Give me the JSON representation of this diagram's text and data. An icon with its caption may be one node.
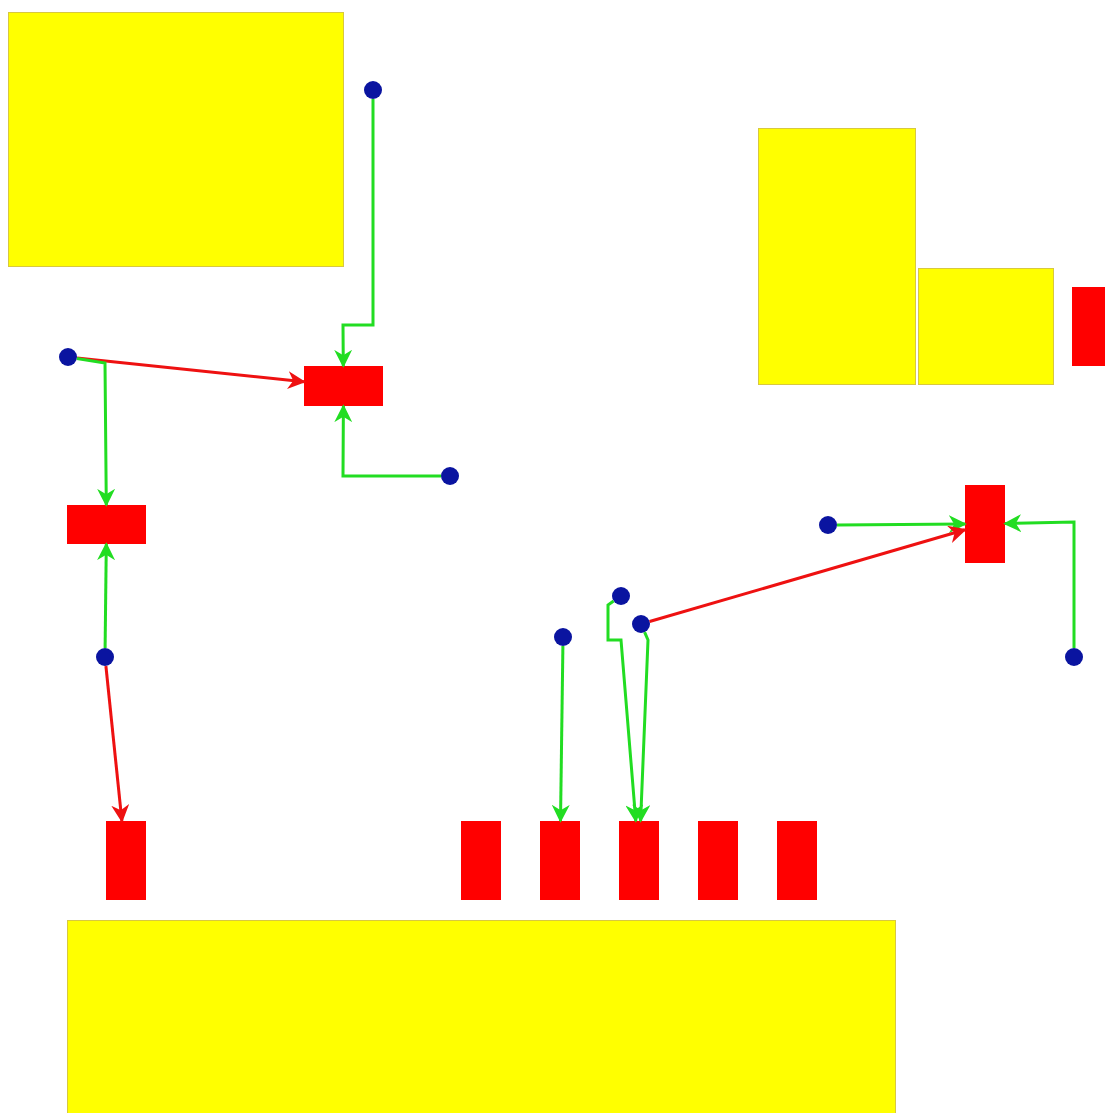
{
  "diagram": {
    "nodes": [
      {
        "text": [],
        "shape": "box"
      },
      {
        "text": [],
        "shape": "circle"
      },
      {
        "text": [],
        "shape": "box"
      },
      {
        "text": [],
        "shape": "box"
      },
      {
        "text": [],
        "shape": "bar"
      },
      {
        "text": [],
        "shape": "circle"
      },
      {
        "text": [],
        "shape": "bar"
      },
      {
        "text": [],
        "shape": "circle"
      },
      {
        "text": [],
        "shape": "bar"
      },
      {
        "text": [],
        "shape": "bar"
      },
      {
        "text": [],
        "shape": "circle"
      },
      {
        "text": [],
        "shape": "circle"
      },
      {
        "text": [],
        "shape": "circle"
      },
      {
        "text": [],
        "shape": "circle"
      },
      {
        "text": [],
        "shape": "circle"
      },
      {
        "text": [],
        "shape": "circle"
      },
      {
        "text": [],
        "shape": "bar"
      },
      {
        "text": [],
        "shape": "bar"
      },
      {
        "text": [],
        "shape": "bar"
      },
      {
        "text": [],
        "shape": "bar"
      },
      {
        "text": [],
        "shape": "bar"
      },
      {
        "text": [],
        "shape": "bar"
      },
      {
        "text": [],
        "shape": "box"
      }
    ],
    "edges": [
      {
        "from": 1,
        "to": 6,
        "arrow": "to"
      },
      {
        "from": 5,
        "to": 6,
        "arrow": "to",
        "color": "#ee1111"
      },
      {
        "from": 5,
        "to": 9,
        "arrow": "to"
      },
      {
        "from": 7,
        "to": 6,
        "arrow": "to"
      },
      {
        "from": 10,
        "to": 8,
        "arrow": "to"
      },
      {
        "from": 15,
        "to": 8,
        "arrow": "to"
      },
      {
        "from": 12,
        "to": 8,
        "arrow": "to",
        "color": "#ee1111"
      },
      {
        "from": 14,
        "to": 9,
        "arrow": "to"
      },
      {
        "from": 14,
        "to": 16,
        "arrow": "to",
        "color": "#ee1111"
      },
      {
        "from": 13,
        "to": 18,
        "arrow": "to"
      },
      {
        "from": 11,
        "to": 19,
        "arrow": "to"
      },
      {
        "from": 12,
        "to": 19,
        "arrow": "to"
      }
    ]
  }
}
